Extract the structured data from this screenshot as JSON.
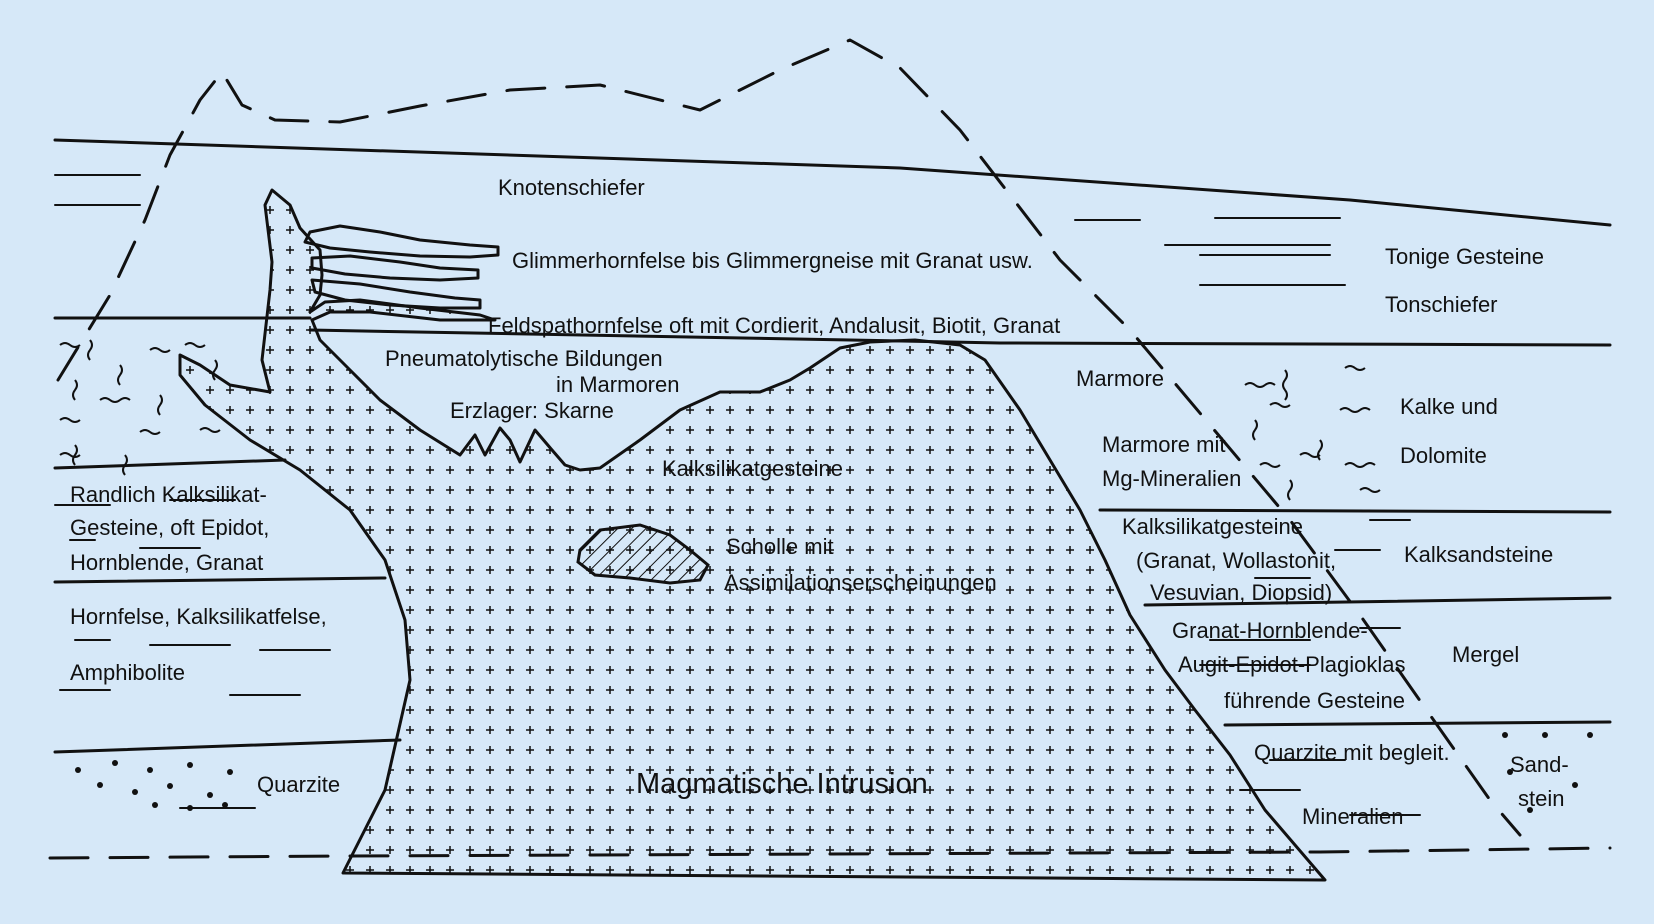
{
  "labels": {
    "knotenschiefer": "Knotenschiefer",
    "glimmerhornfelse": "Glimmerhornfelse bis Glimmergneise mit Granat usw.",
    "feldspathornfelse": "Feldspathornfelse oft mit Cordierit, Andalusit, Biotit, Granat",
    "pneumatolytische": "Pneumatolytische Bildungen",
    "in_marmoren": "in Marmoren",
    "erzlager": "Erzlager: Skarne",
    "kalksilikatgesteine_center": "Kalksilikatgesteine",
    "scholle": "Scholle mit",
    "assimilation": "Assimilationserscheinungen",
    "magmatische_intrusion": "Magmatische Intrusion",
    "randlich_1": "Randlich Kalksilikat-",
    "randlich_2": "Gesteine, oft Epidot,",
    "randlich_3": "Hornblende, Granat",
    "hornfelse_1": "Hornfelse, Kalksilikatfelse,",
    "hornfelse_2": "Amphibolite",
    "quarzite_left": "Quarzite",
    "marmore": "Marmore",
    "marmore_mg_1": "Marmore mit",
    "marmore_mg_2": "Mg-Mineralien",
    "kalksilikat_right_1": "Kalksilikatgesteine",
    "kalksilikat_right_2": "(Granat, Wollastonit,",
    "kalksilikat_right_3": "Vesuvian, Diopsid)",
    "granat_1": "Granat-Hornblende-",
    "granat_2": "Augit-Epidot-Plagioklas",
    "granat_3": "führende Gesteine",
    "quarzite_right_1": "Quarzite mit begleit.",
    "quarzite_right_2": "Mineralien",
    "tonige_gesteine": "Tonige Gesteine",
    "tonschiefer": "Tonschiefer",
    "kalke_1": "Kalke und",
    "kalke_2": "Dolomite",
    "kalksandsteine": "Kalksandsteine",
    "mergel": "Mergel",
    "sandstein_1": "Sand-",
    "sandstein_2": "stein"
  },
  "colors": {
    "background": "#d6e8f8",
    "ink": "#111111"
  }
}
